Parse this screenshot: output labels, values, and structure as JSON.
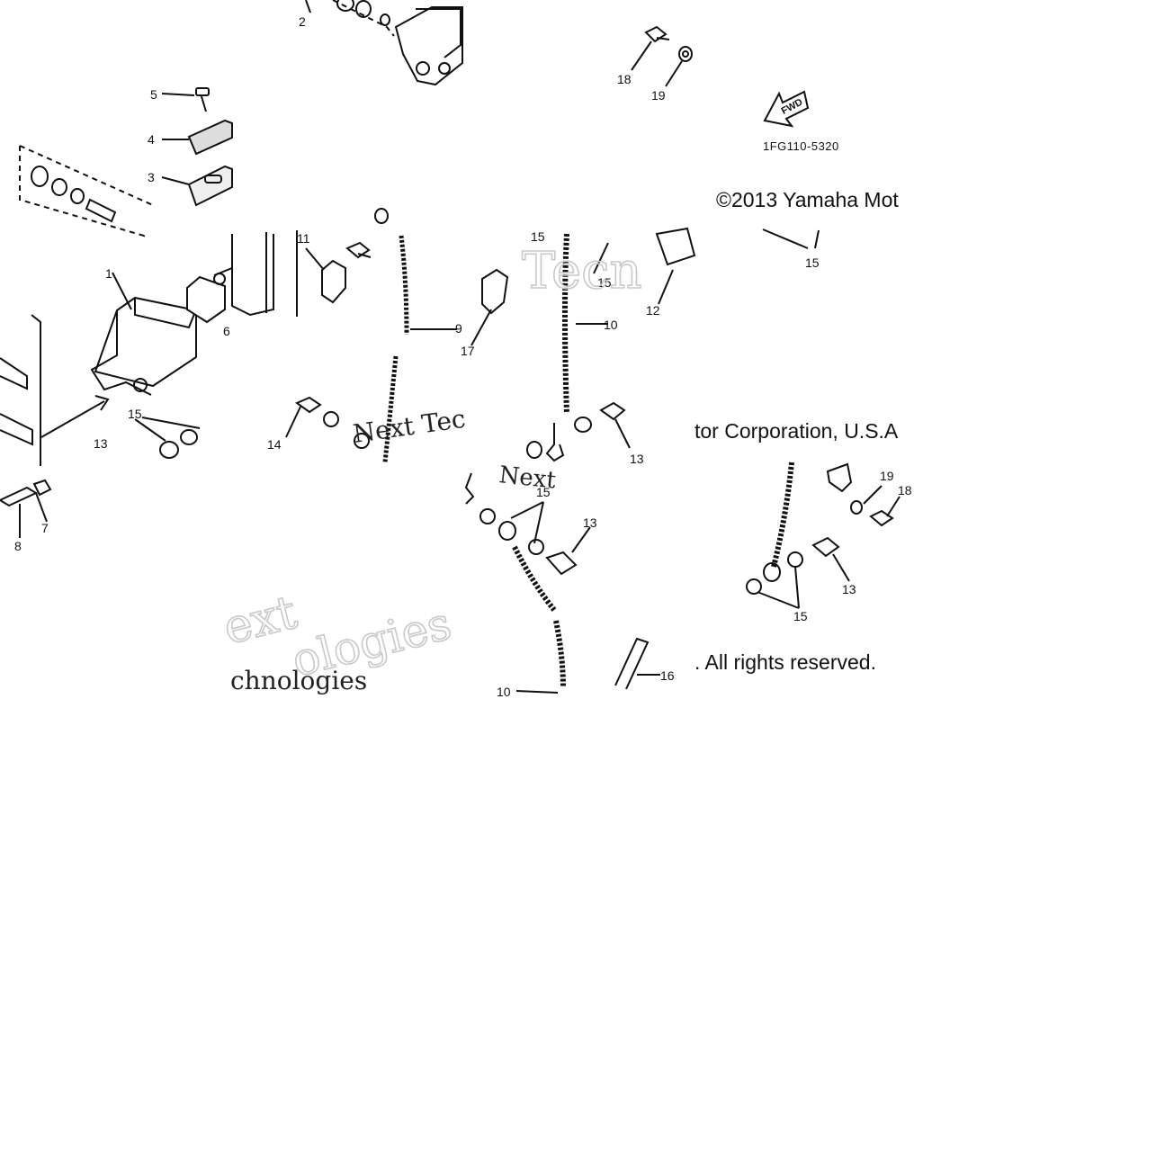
{
  "diagram": {
    "part_code": "1FG110-5320",
    "fwd_label": "FWD",
    "copyright": {
      "line1": "©2013 Yamaha Mot",
      "line2": "tor Corporation, U.S.A",
      "line3": ". All rights reserved."
    },
    "watermark": {
      "word1": "Next",
      "word2": "Tecn",
      "word3": "ext",
      "word4": "chnologies",
      "word5": "ologies",
      "word6": "Next Tec"
    },
    "callouts": {
      "c1": "1",
      "c2": "2",
      "c3": "3",
      "c4": "4",
      "c5": "5",
      "c6": "6",
      "c7": "7",
      "c8": "8",
      "c9": "9",
      "c10": "10",
      "c11": "11",
      "c12": "12",
      "c13": "13",
      "c14": "14",
      "c15": "15",
      "c16": "16",
      "c17": "17",
      "c18": "18",
      "c19": "19"
    }
  }
}
